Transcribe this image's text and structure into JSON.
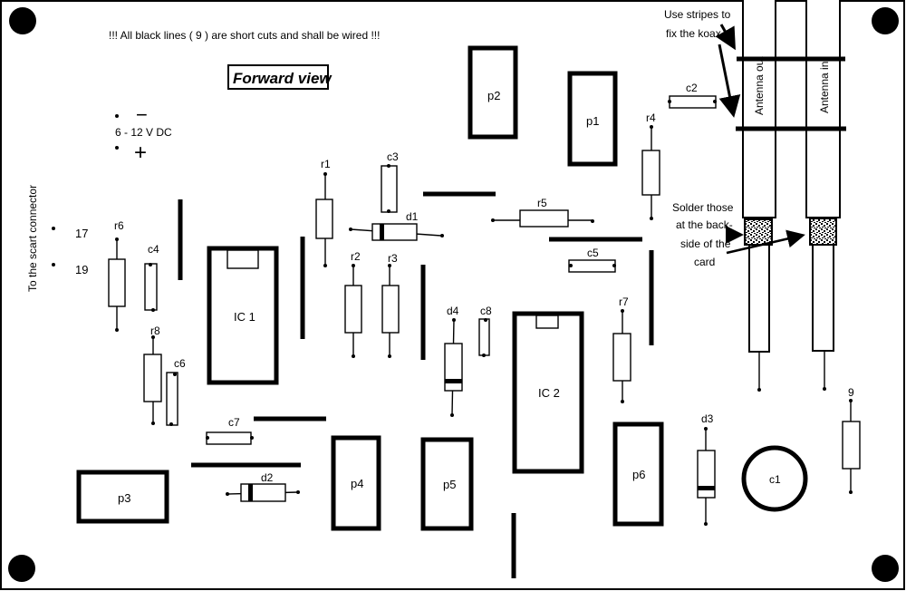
{
  "header": {
    "warning": "!!! All black lines ( 9 ) are short cuts and shall be wired !!!",
    "title": "Forward view"
  },
  "power": {
    "minus": "−",
    "voltage": "6 - 12 V DC",
    "plus": "+"
  },
  "scart": {
    "label": "To the scart connector",
    "pin17": "17",
    "pin19": "19"
  },
  "notes": {
    "stripes_line1": "Use stripes to",
    "stripes_line2": "fix the koax.",
    "solder_line1": "Solder those",
    "solder_line2": "at the back-",
    "solder_line3": "side of the",
    "solder_line4": "card"
  },
  "antenna": {
    "out": "Antenna out",
    "in": "Antenna in"
  },
  "components": {
    "ic1": "IC 1",
    "ic2": "IC 2",
    "p1": "p1",
    "p2": "p2",
    "p3": "p3",
    "p4": "p4",
    "p5": "p5",
    "p6": "p6",
    "r1": "r1",
    "r2": "r2",
    "r3": "r3",
    "r4": "r4",
    "r5": "r5",
    "r6": "r6",
    "r7": "r7",
    "r8": "r8",
    "r9": "9",
    "c1": "c1",
    "c2": "c2",
    "c3": "c3",
    "c4": "c4",
    "c5": "c5",
    "c6": "c6",
    "c7": "c7",
    "c8": "c8",
    "d1": "d1",
    "d2": "d2",
    "d3": "d3",
    "d4": "d4"
  }
}
